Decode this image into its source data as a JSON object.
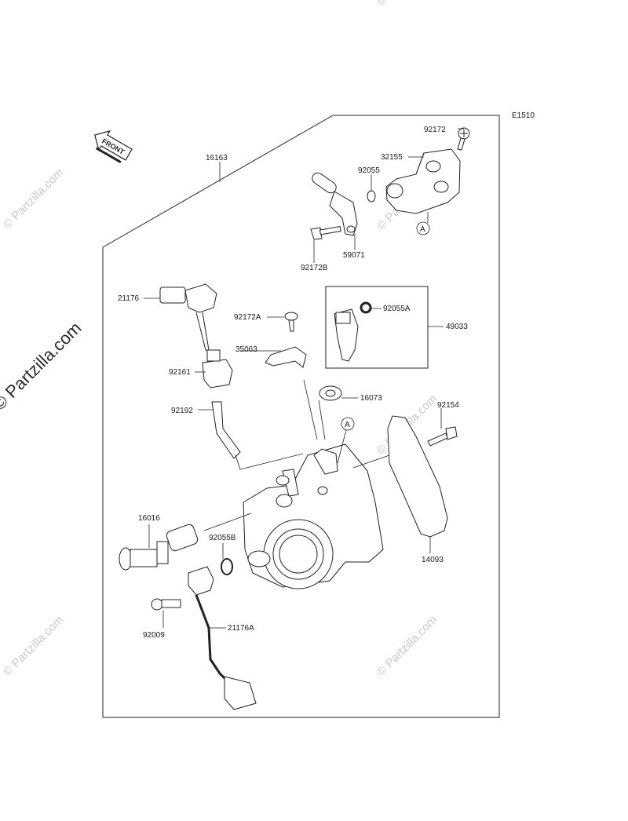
{
  "diagram": {
    "code": "E1510",
    "front_label": "FRONT",
    "watermark": "© Partzilla.com",
    "side_text": "© Partzilla.com",
    "callout_letter": "A",
    "parts": {
      "p16163": "16163",
      "p92172": "92172",
      "p32155": "32155",
      "p92055": "92055",
      "p59071": "59071",
      "p92172B": "92172B",
      "p21176": "21176",
      "p92172A": "92172A",
      "p35063": "35063",
      "p92161": "92161",
      "p92192": "92192",
      "p92055A": "92055A",
      "p49033": "49033",
      "p16073": "16073",
      "p92154": "92154",
      "p16016": "16016",
      "p92055B": "92055B",
      "p14093": "14093",
      "p92009": "92009",
      "p21176A": "21176A"
    }
  }
}
